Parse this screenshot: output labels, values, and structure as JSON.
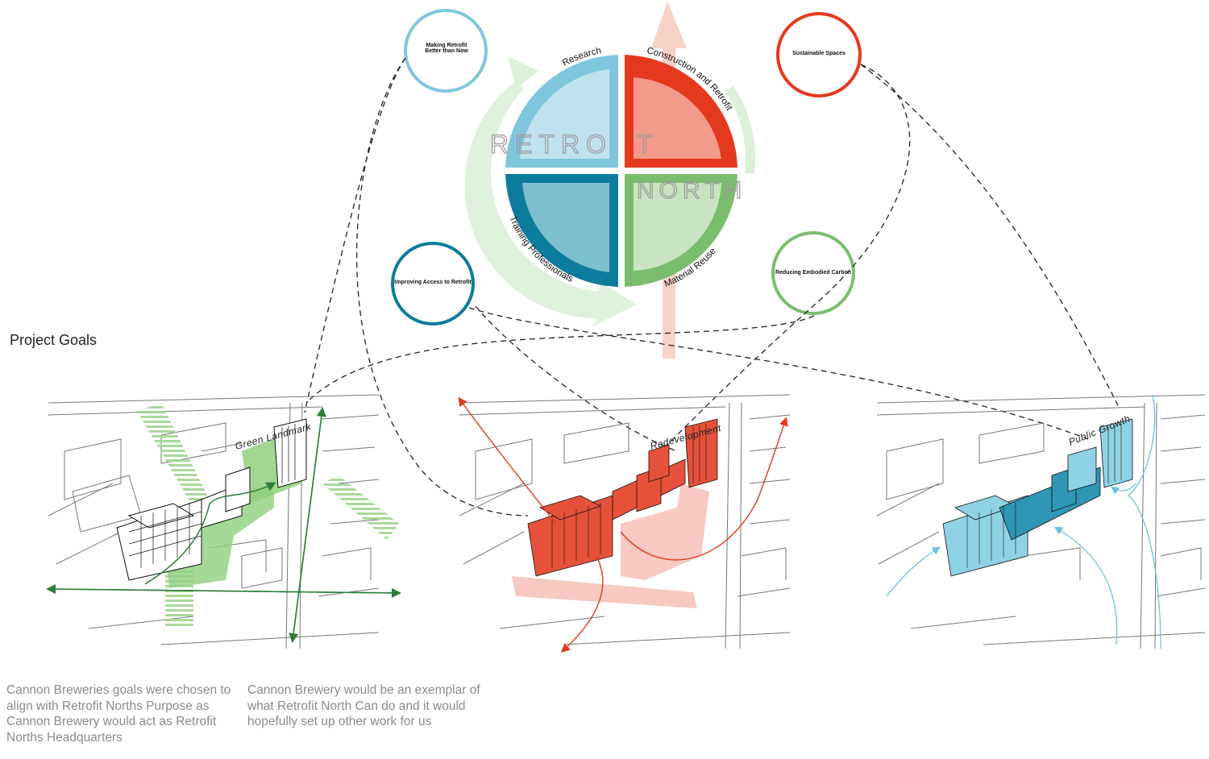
{
  "title": "Project Goals",
  "wheel": {
    "watermark_top": "RETRO",
    "watermark_top_end": "T",
    "watermark_bottom": "NORTH",
    "segments": [
      {
        "label": "Research",
        "color": "#7fc6dd",
        "fill": "#bfe3ee"
      },
      {
        "label": "Construction and Retrofit",
        "color": "#e5391e",
        "fill": "#f39a8a"
      },
      {
        "label": "Training Professionals",
        "color": "#0d7c9c",
        "fill": "#7dbfcf"
      },
      {
        "label": "Material Reuse",
        "color": "#7bbd6e",
        "fill": "#c8e4c0"
      }
    ]
  },
  "goals": [
    {
      "label": "Making Retrofit Better than Now",
      "color": "#7fc6dd"
    },
    {
      "label": "Sustainable Spaces",
      "color": "#e5391e"
    },
    {
      "label": "Improving Access to Retrofit",
      "color": "#0d7c9c"
    },
    {
      "label": "Reducing Embodied Carbon",
      "color": "#7bbd6e"
    }
  ],
  "sites": [
    {
      "label": "Green  Landmark",
      "color": "#6ab35b"
    },
    {
      "label": "Redevelopment",
      "color": "#e5513a"
    },
    {
      "label": "Public Growth",
      "color": "#6cc3dd"
    }
  ],
  "paragraphs": [
    "Cannon Breweries goals were chosen to align with Retrofit Norths Purpose as Cannon Brewery would act as Retrofit Norths Headquarters",
    "Cannon Brewery would be an exemplar of what Retrofit North Can do and it would hopefully set up other work for us"
  ]
}
